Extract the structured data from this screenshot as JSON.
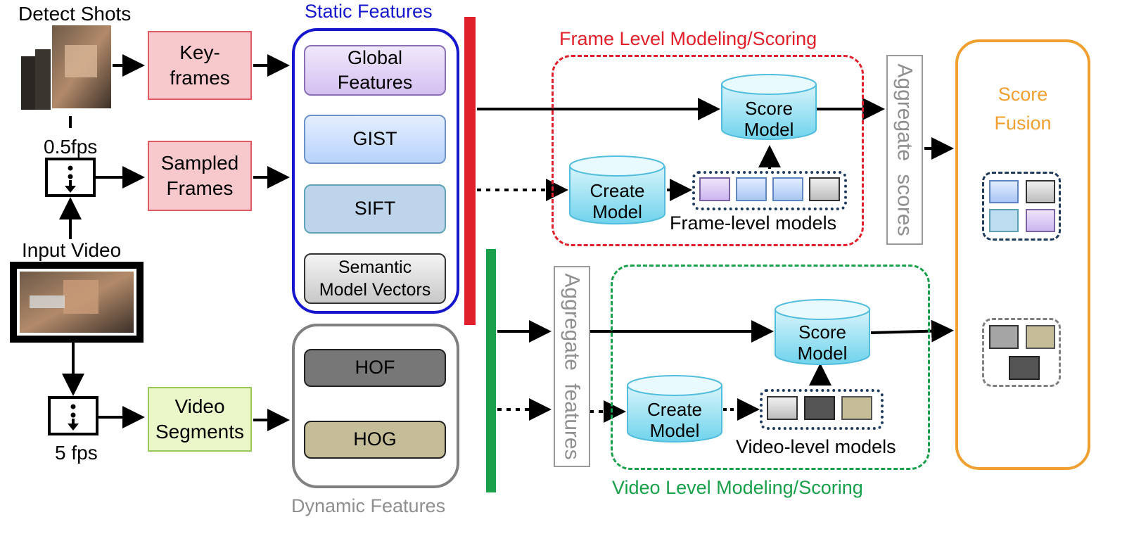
{
  "colors": {
    "static_blue": "#1616cc",
    "frame_red": "#e0202a",
    "video_green": "#1aa04a",
    "dynamic_grey": "#808080",
    "fusion_orange": "#f0a030",
    "aggregate_grey": "#8f8f8f",
    "model_dots_navy": "#1e3a5c"
  },
  "inputs": {
    "detect_shots": "Detect Shots",
    "rate_keyframe": "0.5fps",
    "input_video": "Input Video",
    "rate_video": "5 fps"
  },
  "stages": {
    "keyframes": "Key-\nframes",
    "sampled_frames": "Sampled\nFrames",
    "video_segments": "Video\nSegments"
  },
  "static_features": {
    "title": "Static Features",
    "items": [
      "Global\nFeatures",
      "GIST",
      "SIFT",
      "Semantic\nModel Vectors"
    ]
  },
  "dynamic_features": {
    "title": "Dynamic Features",
    "items": [
      "HOF",
      "HOG"
    ]
  },
  "frame_level": {
    "title": "Frame Level Modeling/Scoring",
    "score_model": "Score\nModel",
    "create_model": "Create\nModel",
    "models_label": "Frame-level models",
    "aggregate": "Aggregate  scores"
  },
  "video_level": {
    "title": "Video Level Modeling/Scoring",
    "score_model": "Score\nModel",
    "create_model": "Create\nModel",
    "models_label": "Video-level models",
    "aggregate": "Aggregate  features"
  },
  "fusion": {
    "label": "Score\nFusion"
  },
  "icons": {
    "keyframe_stack": "film-frames-icon",
    "sampler": "sampler-icon",
    "video_thumb": "video-thumbnail-icon",
    "cylinder": "database-cylinder-icon"
  }
}
